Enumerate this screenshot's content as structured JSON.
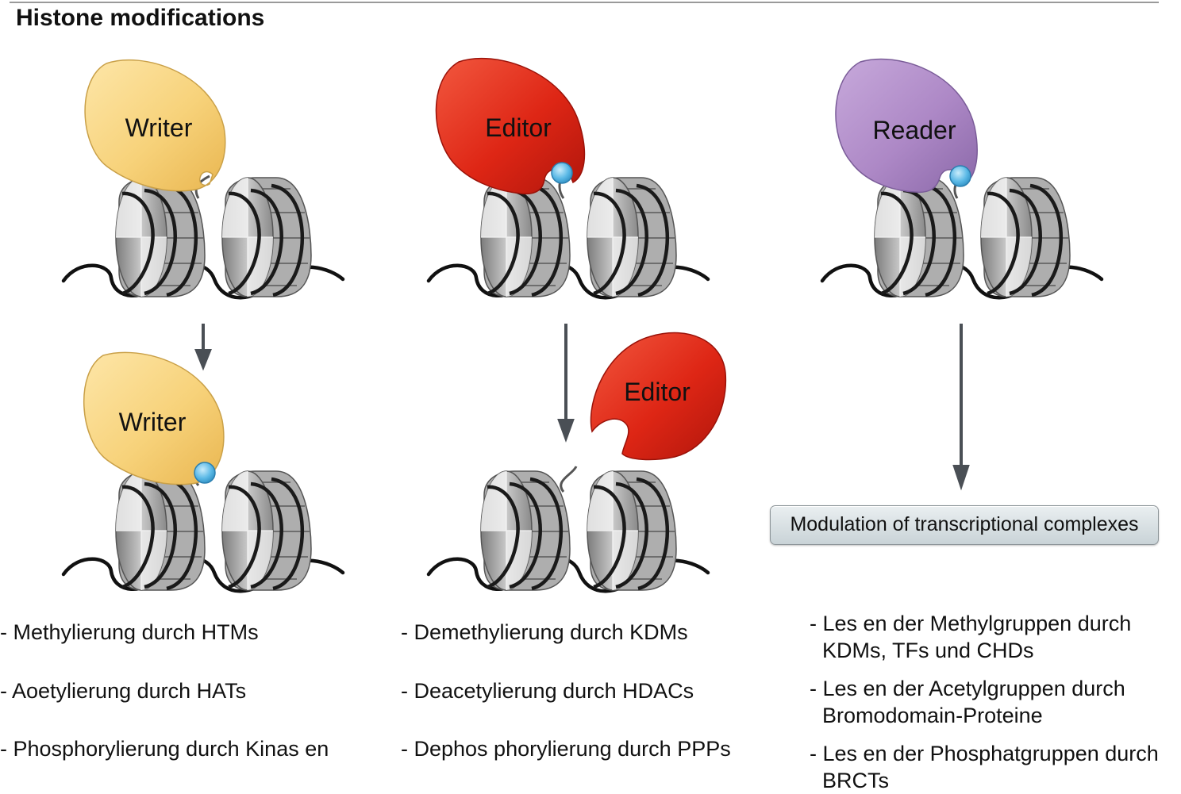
{
  "title": "Histone modifications",
  "enzymes": {
    "writer_top": "Writer",
    "writer_bottom": "Writer",
    "editor_top": "Editor",
    "editor_bottom": "Editor",
    "reader": "Reader"
  },
  "result_box": "Modulation of transcriptional complexes",
  "writer_list": [
    "- Methylierung durch HTMs",
    "- Aoetylierung durch HATs",
    "- Phosphorylierung durch Kinas en"
  ],
  "editor_list": [
    "- Demethylierung durch KDMs",
    "- Deacetylierung durch HDACs",
    "- Dephos phorylierung durch PPPs"
  ],
  "reader_list": [
    [
      "- Les en der Methylgruppen durch",
      "KDMs, TFs und CHDs"
    ],
    [
      "- Les en der Acetylgruppen durch",
      "Bromodomain-Proteine"
    ],
    [
      "- Les en der Phosphatgruppen durch",
      "BRCTs"
    ]
  ],
  "colors": {
    "writer": "#f7d47f",
    "editor": "#e02a1c",
    "reader": "#b08cc8",
    "mark": "#56b8e6",
    "arrow": "#4a4f55"
  }
}
